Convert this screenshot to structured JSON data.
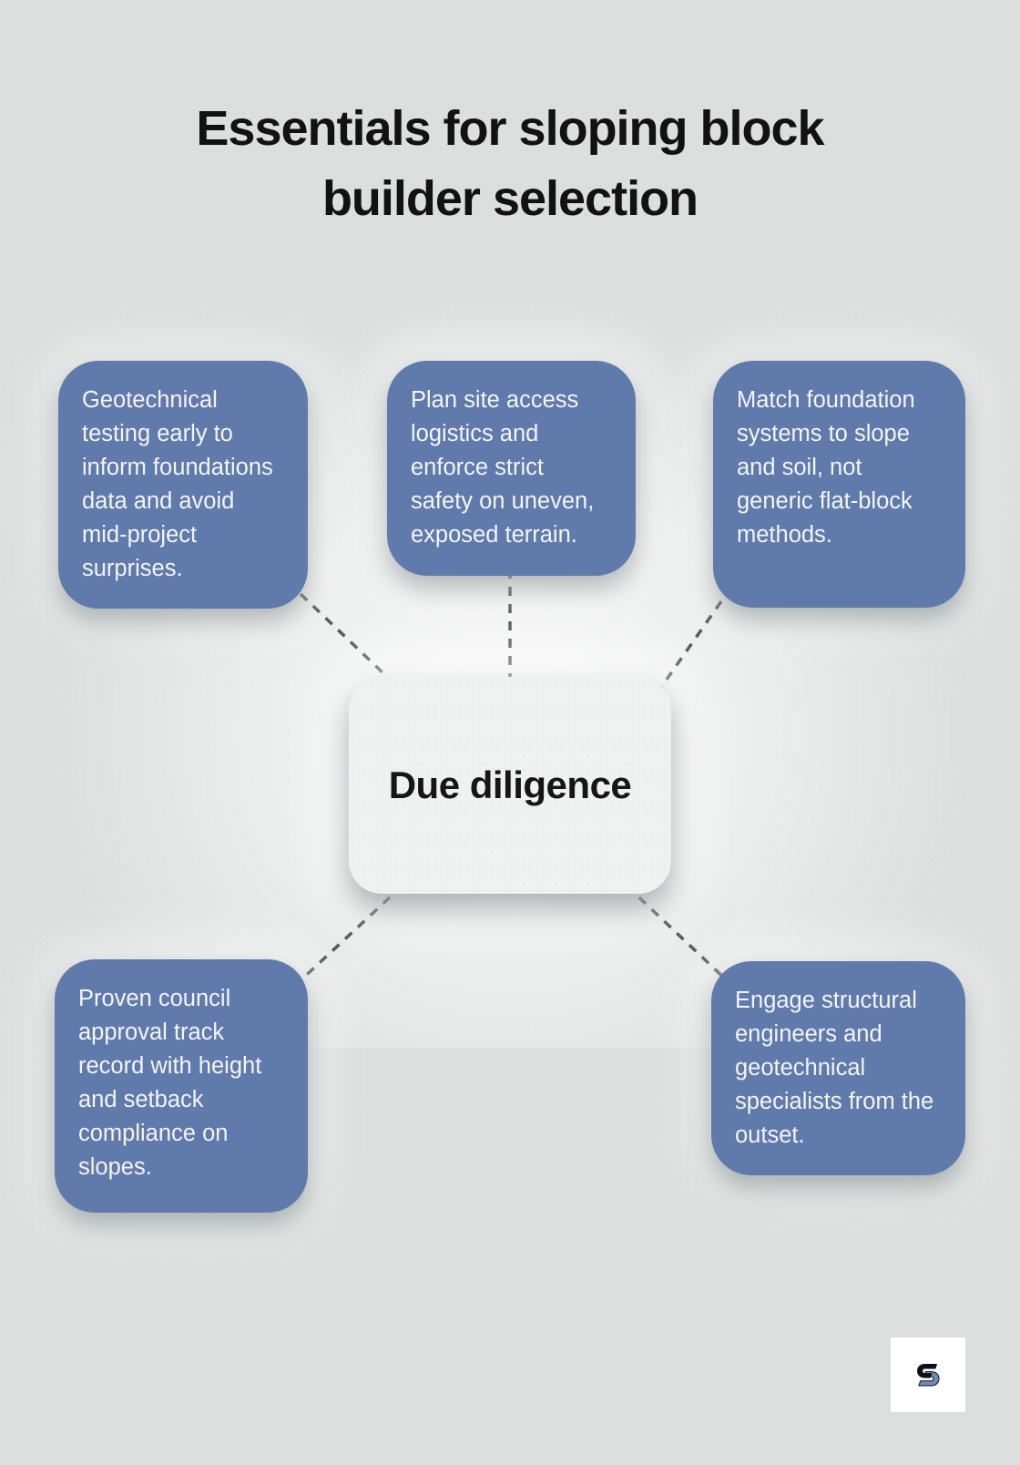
{
  "title": "Essentials for sloping block builder selection",
  "center": {
    "label": "Due diligence"
  },
  "nodes": [
    {
      "position": "top-left",
      "text": "Geotechnical testing early to inform foundations data and avoid mid-project surprises."
    },
    {
      "position": "top-center",
      "text": "Plan site access logistics and enforce strict safety on uneven, exposed terrain."
    },
    {
      "position": "top-right",
      "text": "Match foundation systems to slope and soil, not generic flat-block methods."
    },
    {
      "position": "bottom-left",
      "text": "Proven council approval track record with height and setback compliance on slopes."
    },
    {
      "position": "bottom-right",
      "text": "Engage structural engineers and geotechnical specialists from the outset."
    }
  ],
  "logo": {
    "icon_name": "s-monogram-logo"
  },
  "colors": {
    "bg": "#dcdfde",
    "node": "#607aac",
    "nodeText": "#f3f5f7",
    "centerBg": "#f0f1f1",
    "centerText": "#161616",
    "titleText": "#121212",
    "dash": "#4c4f4f",
    "logoBlue": "#7389b6",
    "logoDark": "#0c0f14",
    "logoOutline": "#1c2638"
  }
}
